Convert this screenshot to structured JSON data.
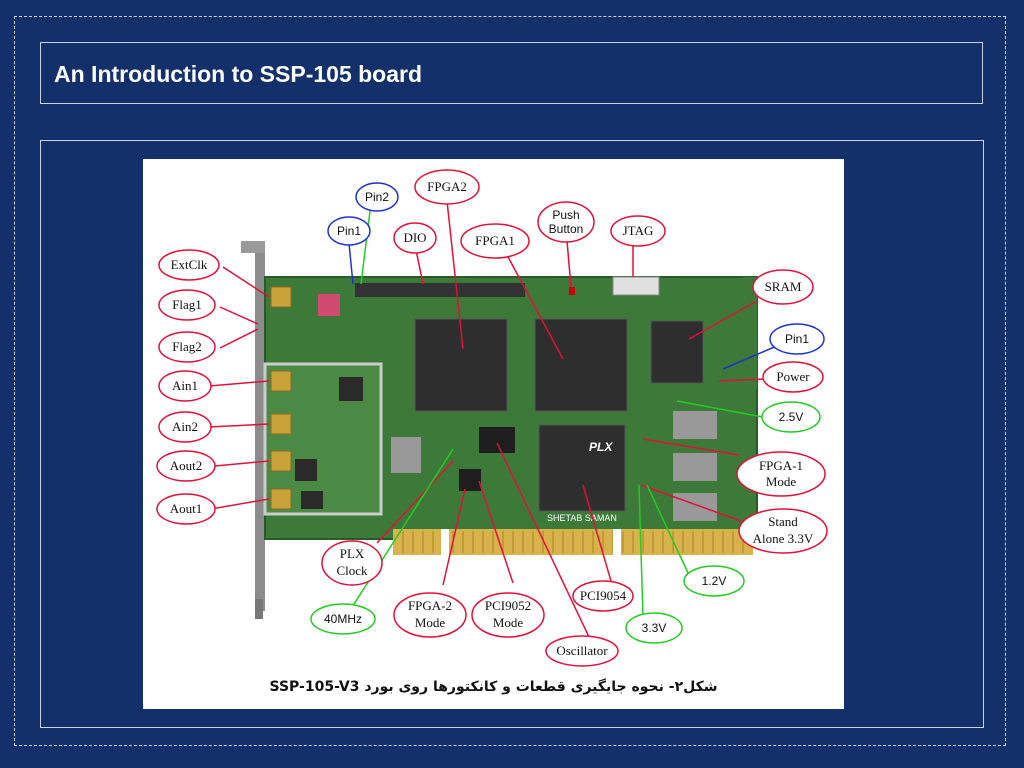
{
  "slide": {
    "title": "An Introduction to SSP-105 board"
  },
  "figure": {
    "caption": "شکل۲- نحوه جایگیری قطعات و کانکتورها روی بورد SSP-105-V3",
    "board_chip_text": {
      "pci_chip_brand": "PLX",
      "silkscreen": "SHETAB SAMAN"
    },
    "labels": {
      "extclk": "ExtClk",
      "flag1": "Flag1",
      "flag2": "Flag2",
      "ain1": "Ain1",
      "ain2": "Ain2",
      "aout2": "Aout2",
      "aout1": "Aout1",
      "pin1_left": "Pin1",
      "pin2": "Pin2",
      "dio": "DIO",
      "fpga2": "FPGA2",
      "fpga1": "FPGA1",
      "push_button_line1": "Push",
      "push_button_line2": "Button",
      "jtag": "JTAG",
      "sram": "SRAM",
      "pin1_right": "Pin1",
      "power": "Power",
      "v25": "2.5V",
      "fpga1_mode_line1": "FPGA-1",
      "fpga1_mode_line2": "Mode",
      "standalone_line1": "Stand",
      "standalone_line2": "Alone 3.3V",
      "v12": "1.2V",
      "v33": "3.3V",
      "pci9054": "PCI9054",
      "oscillator": "Oscillator",
      "pci9052_mode_line1": "PCI9052",
      "pci9052_mode_line2": "Mode",
      "fpga2_mode_line1": "FPGA-2",
      "fpga2_mode_line2": "Mode",
      "plx_clock_line1": "PLX",
      "plx_clock_line2": "Clock",
      "mhz40": "40MHz"
    },
    "colors": {
      "red_callout": "#e0103a",
      "blue_callout": "#2030d0",
      "green_callout": "#22cc22",
      "pcb": "#3d7a3a",
      "slide_bg": "#13306a"
    }
  }
}
